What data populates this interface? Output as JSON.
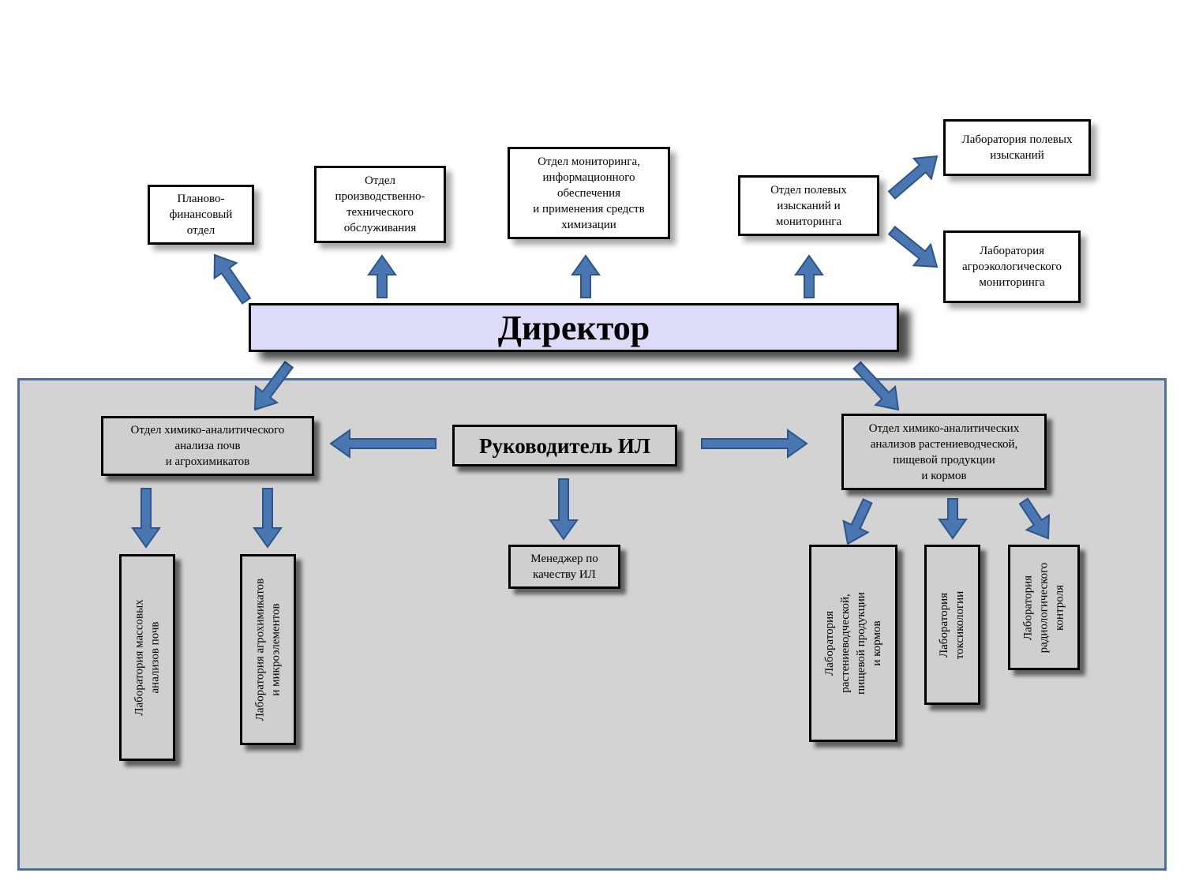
{
  "colors": {
    "arrow_fill": "#4a77b2",
    "arrow_stroke": "#2e5488",
    "il_area_bg": "#d3d3d3",
    "il_area_border": "#4f6f99",
    "director_bg": "#dcdcf8",
    "box_gray": "#cfcfcf"
  },
  "director": {
    "label": "Директор"
  },
  "top_departments": {
    "planning": "Планово-\nфинансовый\nотдел",
    "technical": "Отдел\nпроизводственно-\nтехнического\nобслуживания",
    "monitoring": "Отдел мониторинга,\nинформационного\nобеспечения\nи применения средств\nхимизации",
    "field": "Отдел полевых\nизысканий и\nмониторинга",
    "field_lab": "Лаборатория полевых\nизысканий",
    "agroeco_lab": "Лаборатория\nагроэкологического\nмониторинга"
  },
  "il": {
    "head": "Руководитель ИЛ",
    "quality_manager": "Менеджер по\nкачеству ИЛ",
    "soil_dept": "Отдел химико-аналитического\nанализа почв\nи агрохимикатов",
    "plant_dept": "Отдел химико-аналитических\nанализов растениеводческой,\nпищевой продукции\nи кормов",
    "labs": {
      "mass_soil": "Лаборатория массовых\nанализов почв",
      "agrochem": "Лаборатория агрохимикатов\nи микроэлементов",
      "plant_food": "Лаборатория\nрастениеводческой,\nпищевой продукции\nи кормов",
      "toxicology": "Лаборатория\nтоксикологии",
      "radiology": "Лаборатория\nрадиологического\nконтроля"
    }
  }
}
